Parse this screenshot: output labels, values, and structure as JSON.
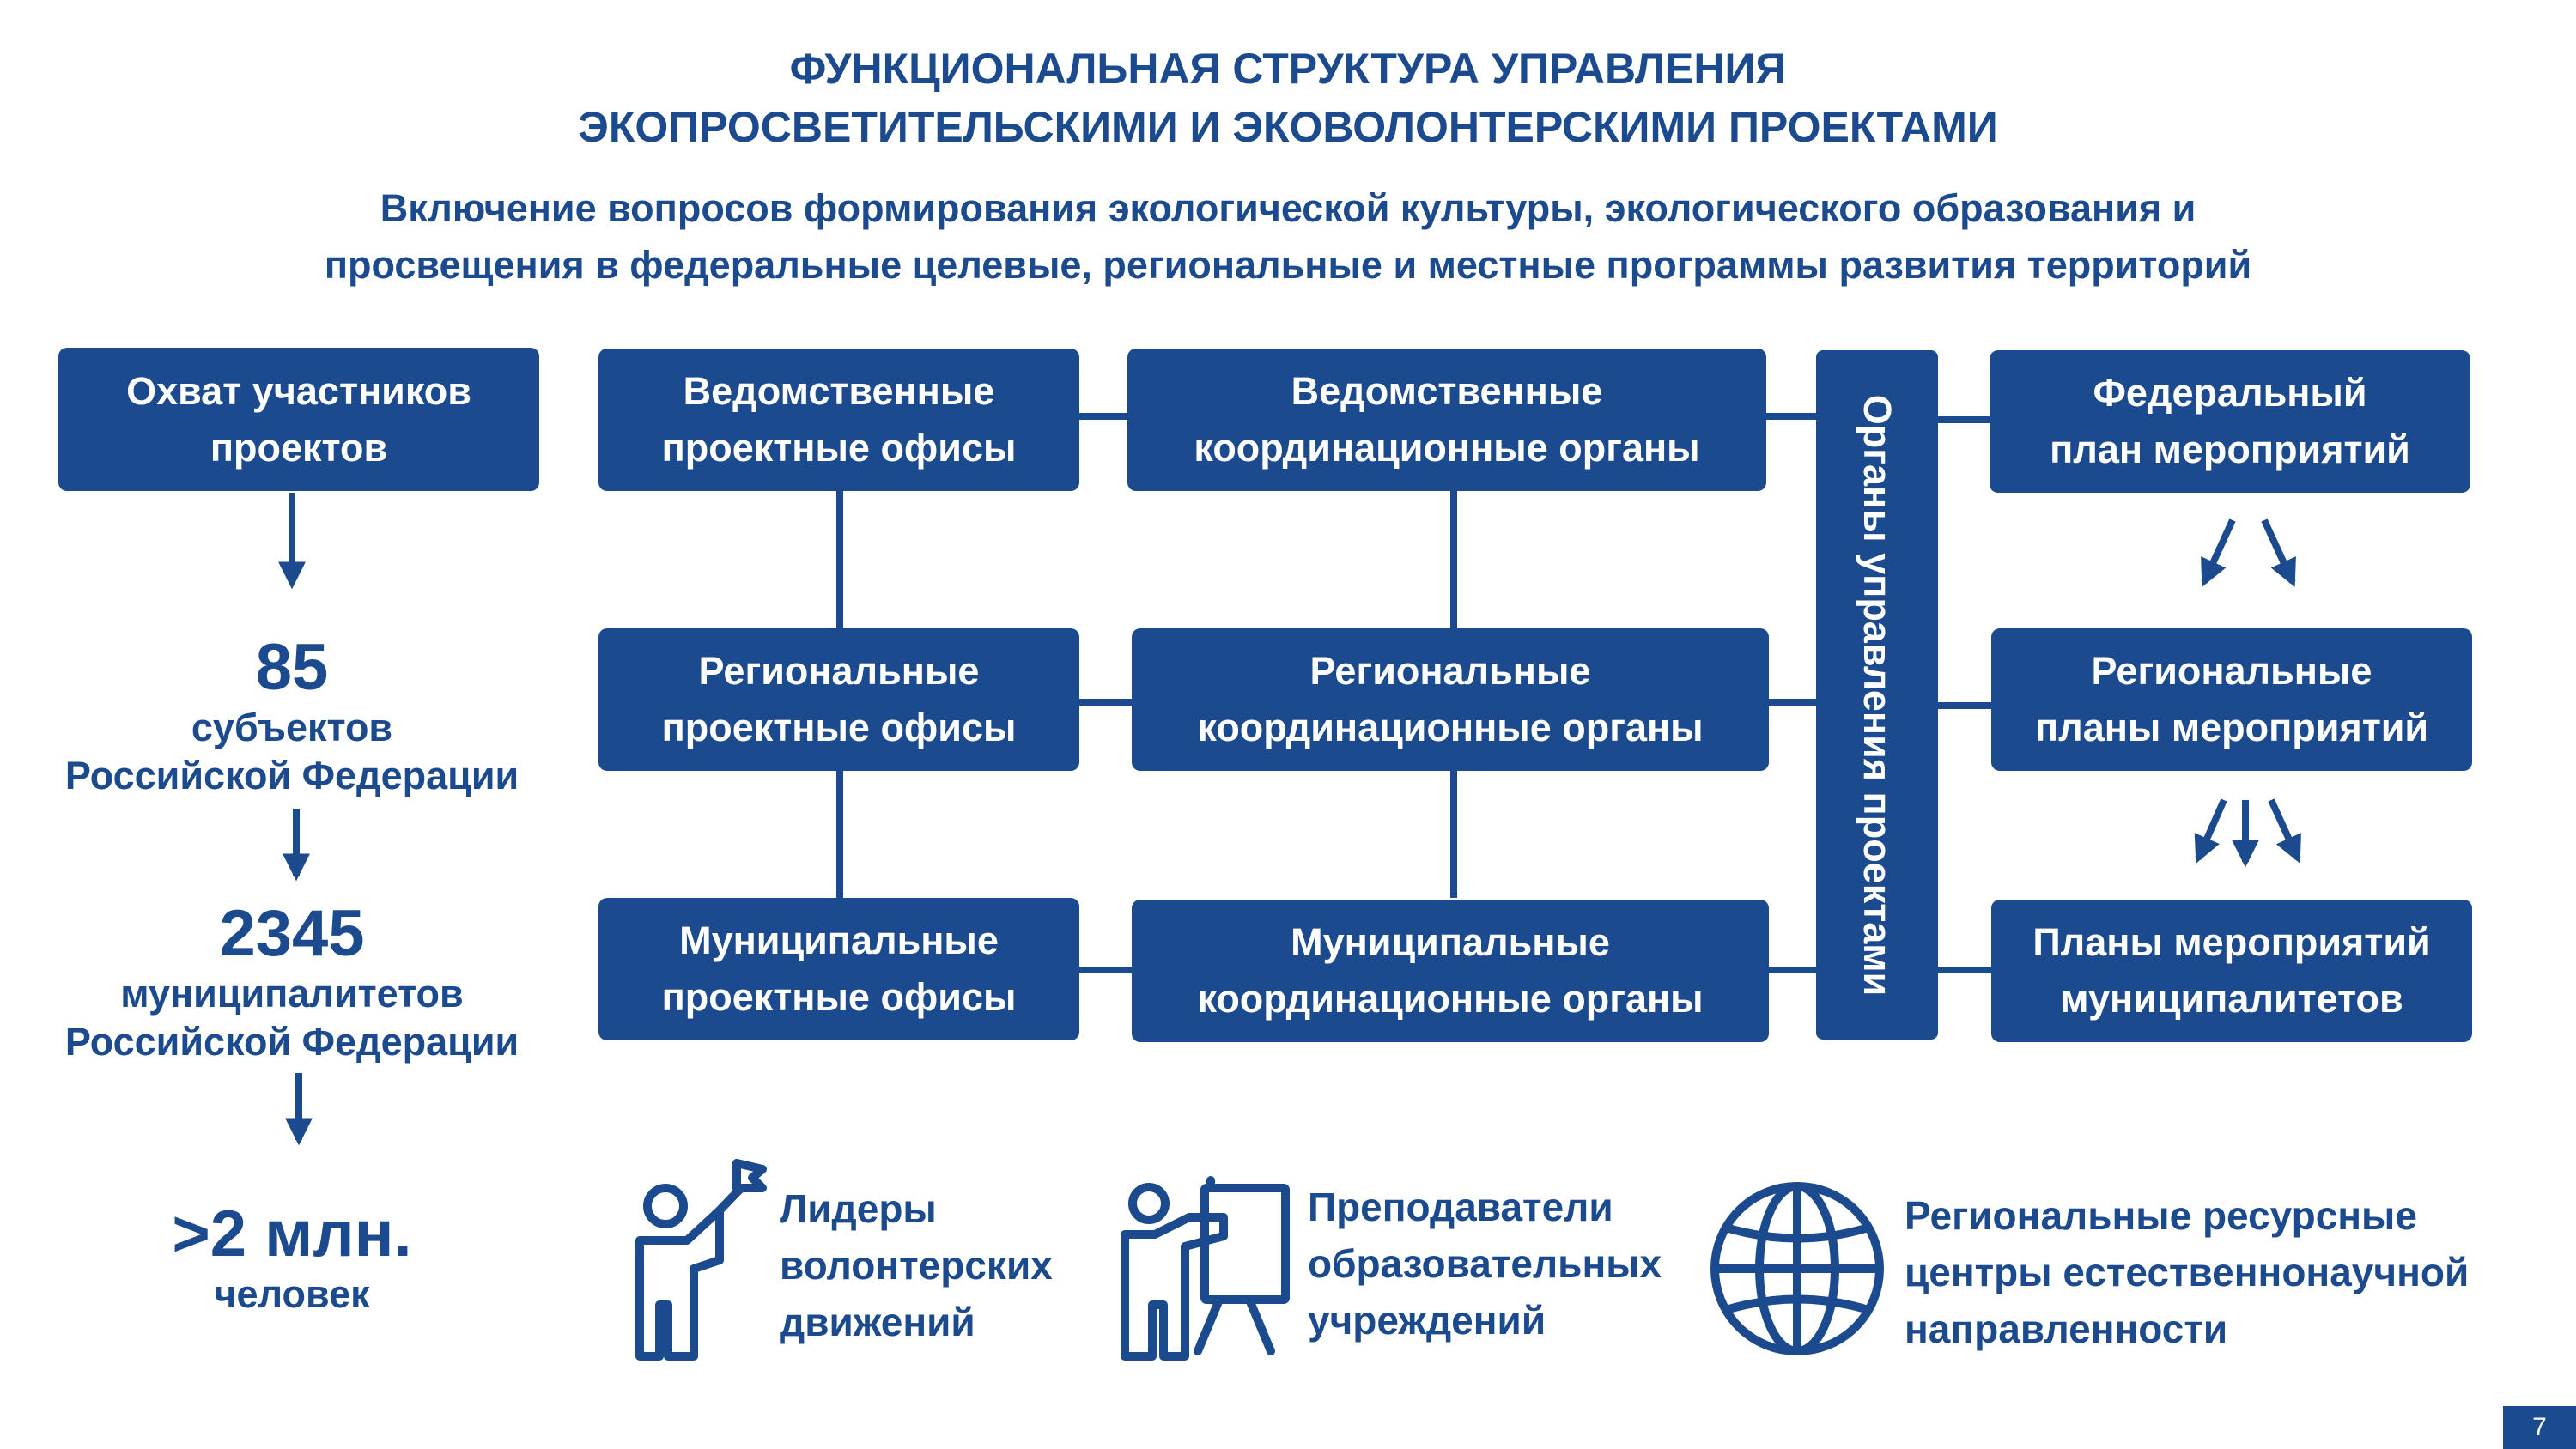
{
  "title": {
    "line1": "ФУНКЦИОНАЛЬНАЯ СТРУКТУРА УПРАВЛЕНИЯ",
    "line2": "ЭКОПРОСВЕТИТЕЛЬСКИМИ И ЭКОВОЛОНТЕРСКИМИ ПРОЕКТАМИ"
  },
  "subtitle": {
    "line1": "Включение вопросов формирования экологической культуры, экологического образования и",
    "line2": "просвещения в федеральные целевые, региональные и местные программы развития территорий"
  },
  "coverage": {
    "box": {
      "line1": "Охват участников",
      "line2": "проектов"
    },
    "stats": [
      {
        "number": "85",
        "line1": "субъектов",
        "line2": "Российской Федерации"
      },
      {
        "number": "2345",
        "line1": "муниципалитетов",
        "line2": "Российской Федерации"
      },
      {
        "number": ">2 млн.",
        "line1": "человек",
        "line2": ""
      }
    ]
  },
  "project_offices": [
    {
      "line1": "Ведомственные",
      "line2": "проектные офисы"
    },
    {
      "line1": "Региональные",
      "line2": "проектные офисы"
    },
    {
      "line1": "Муниципальные",
      "line2": "проектные офисы"
    }
  ],
  "coordination_bodies": [
    {
      "line1": "Ведомственные",
      "line2": "координационные органы"
    },
    {
      "line1": "Региональные",
      "line2": "координационные органы"
    },
    {
      "line1": "Муниципальные",
      "line2": "координационные органы"
    }
  ],
  "management_bar": "Органы управления проектами",
  "plans": [
    {
      "line1": "Федеральный",
      "line2": "план мероприятий"
    },
    {
      "line1": "Региональные",
      "line2": "планы мероприятий"
    },
    {
      "line1": "Планы мероприятий",
      "line2": "муниципалитетов"
    }
  ],
  "participants": [
    {
      "icon": "person-with-flag-icon",
      "text": "Лидеры\nволонтерских\nдвижений"
    },
    {
      "icon": "teacher-at-board-icon",
      "text": "Преподаватели\nобразовательных\nучреждений"
    },
    {
      "icon": "globe-icon",
      "text": "Региональные ресурсные\nцентры естественнонаучной\nнаправленности"
    }
  ],
  "colors": {
    "primary": "#1c4a8e",
    "background": "#ffffff",
    "text_on_primary": "#ffffff"
  },
  "page_number": "7"
}
